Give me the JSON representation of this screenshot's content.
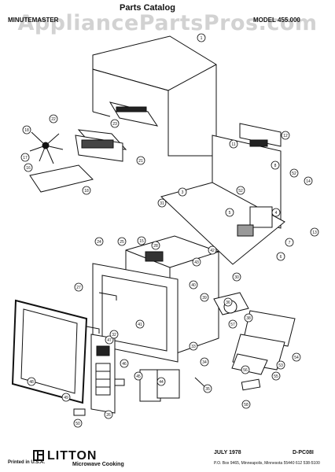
{
  "watermark": "AppliancePartsPros.com",
  "header": {
    "brand": "MINUTEMASTER",
    "title": "Parts Catalog",
    "model": "MODEL 455.000"
  },
  "callouts": [
    "1",
    "22",
    "23",
    "21",
    "18",
    "17",
    "16",
    "18",
    "11",
    "12",
    "8",
    "3",
    "31",
    "52",
    "52",
    "5",
    "4",
    "13",
    "14",
    "15",
    "7",
    "6",
    "30",
    "28",
    "25",
    "24",
    "42",
    "43",
    "44",
    "45",
    "46",
    "47",
    "48",
    "49",
    "50",
    "26",
    "27",
    "32",
    "33",
    "34",
    "35",
    "36",
    "38",
    "39",
    "40",
    "41",
    "53",
    "54",
    "55",
    "56",
    "57",
    "58"
  ],
  "footer": {
    "printed": "Printed in U.S.A.",
    "logo": "LITTON",
    "logo_sub": "Microwave Cooking",
    "date": "JULY 1978",
    "code": "D-PC08I",
    "address": "P.O. Box 9465, Minneapolis, Minnesota 55440   612 538-5100"
  }
}
